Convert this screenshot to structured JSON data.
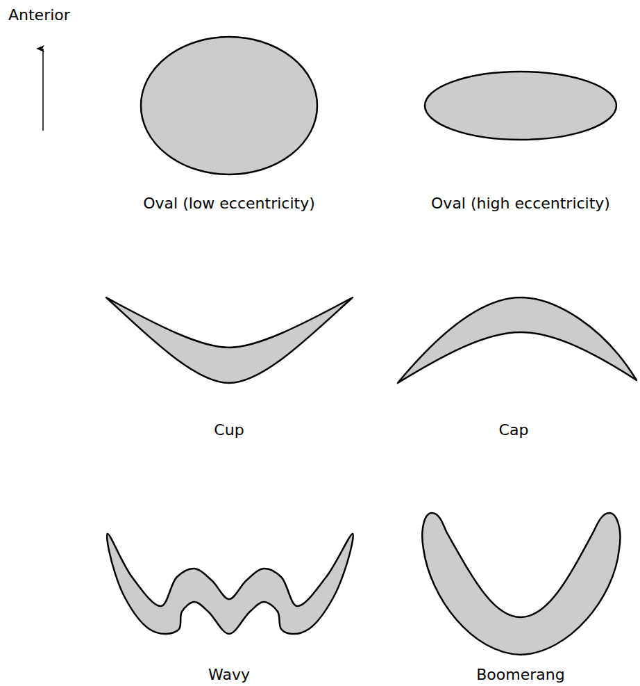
{
  "diagram": {
    "nodes": [
      {
        "text": [
          "Oval (low eccentricity)"
        ]
      },
      {
        "text": [
          "Oval (high eccentricity)"
        ]
      },
      {
        "text": [
          "Cup"
        ]
      },
      {
        "text": [
          "Cap"
        ]
      },
      {
        "text": [
          "Wavy"
        ]
      },
      {
        "text": [
          "Boomerang"
        ]
      }
    ],
    "labels": [
      "Anterior"
    ]
  }
}
